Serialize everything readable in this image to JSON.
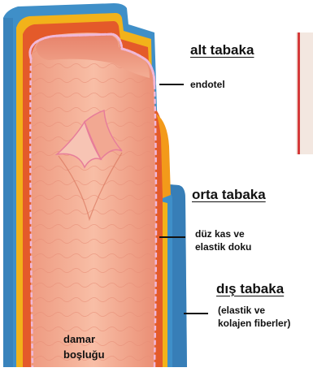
{
  "labels": {
    "inner_layer": "alt tabaka",
    "endothelium": "endotel",
    "middle_layer": "orta tabaka",
    "middle_detail_1": "düz kas ve",
    "middle_detail_2": "elastik doku",
    "outer_layer": "dış tabaka",
    "outer_detail_1": "(elastik ve",
    "outer_detail_2": "kolajen fiberler)",
    "lumen_1": "damar",
    "lumen_2": "boşluğu"
  },
  "colors": {
    "outer_layer": "#3f8fc8",
    "outer_layer_shade": "#2f6ea6",
    "middle_layer": "#f2b21a",
    "inner_layer": "#e45a2a",
    "lumen": "#f6b49a",
    "endothelium": "#f0b8d8",
    "valve": "#f7c4b4"
  }
}
